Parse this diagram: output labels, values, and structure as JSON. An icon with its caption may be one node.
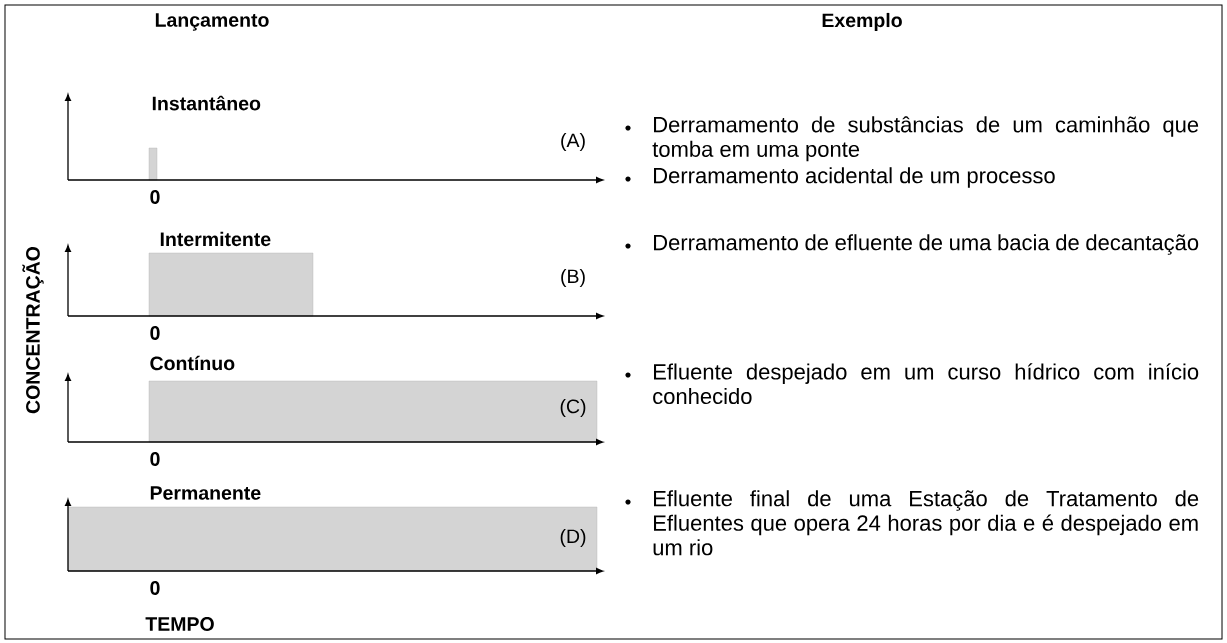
{
  "diagram": {
    "labels": [
      "Lançamento",
      "Exemplo",
      "Instantâneo",
      "(A)",
      "0",
      "Derramamento de substâncias de um caminhão que tomba em uma ponte",
      "Derramamento acidental de um processo",
      "Intermitente",
      "(B)",
      "0",
      "Derramamento de efluente de uma bacia de decantação",
      "Contínuo",
      "(C)",
      "0",
      "Efluente despejado em um curso hídrico com início conhecido",
      "Permanente",
      "(D)",
      "0",
      "Efluente final de uma Estação de Tratamento de Efluentes que opera 24 horas por dia e é despejado em um rio",
      "CONCENTRAÇÃO",
      "TEMPO"
    ]
  }
}
